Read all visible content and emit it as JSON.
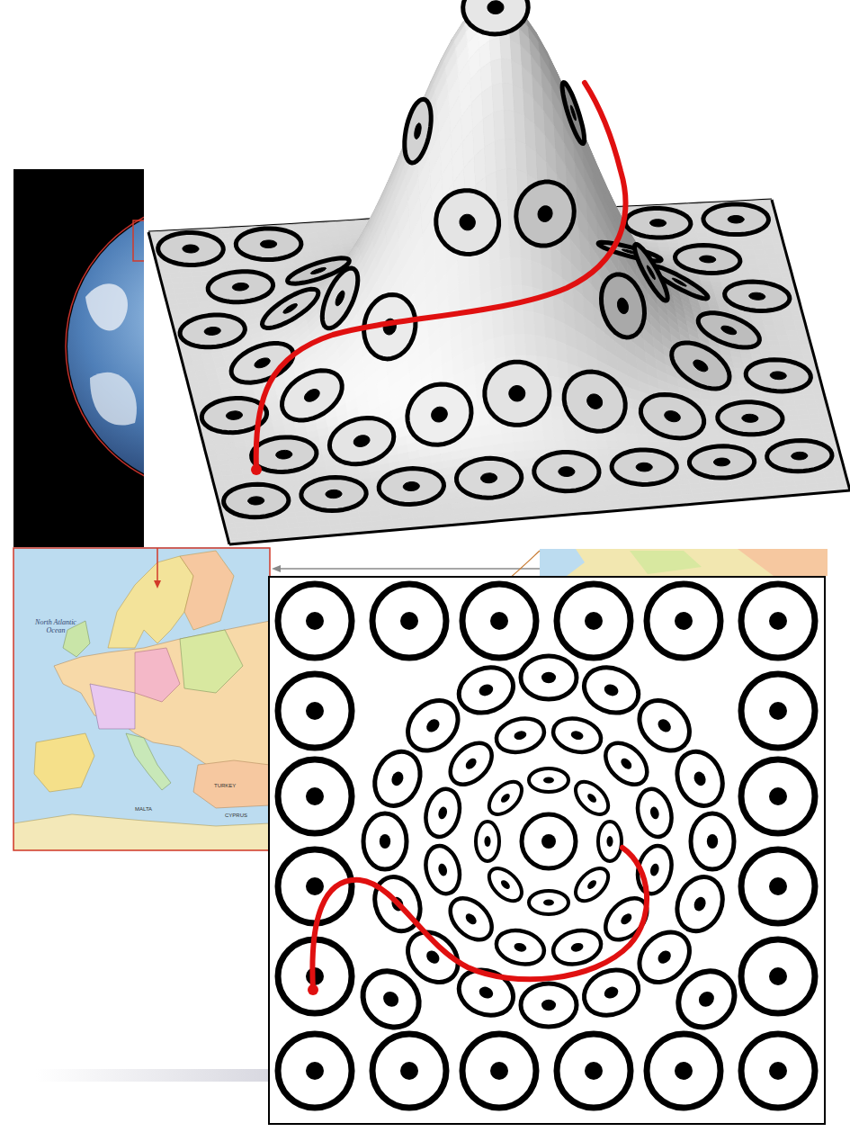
{
  "diagram": {
    "labels": [
      "North Atlantic Ocean",
      "TURKEY",
      "MALTA",
      "CYPRUS"
    ]
  }
}
